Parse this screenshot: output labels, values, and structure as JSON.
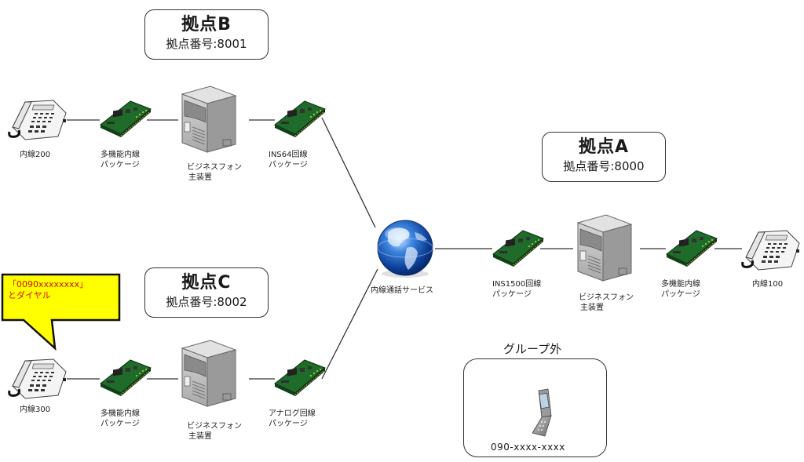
{
  "sites": {
    "a": {
      "title": "拠点A",
      "number": "拠点番号:8000"
    },
    "b": {
      "title": "拠点B",
      "number": "拠点番号:8001"
    },
    "c": {
      "title": "拠点C",
      "number": "拠点番号:8002"
    }
  },
  "site_b": {
    "phone_label": "内線200",
    "ext_pkg_label": [
      "多機能内線",
      "パッケージ"
    ],
    "pbx_label": [
      "ビジネスフォン",
      "主装置"
    ],
    "line_pkg_label": [
      "INS64回線",
      "パッケージ"
    ]
  },
  "site_c": {
    "phone_label": "内線300",
    "ext_pkg_label": [
      "多機能内線",
      "パッケージ"
    ],
    "pbx_label": [
      "ビジネスフォン",
      "主装置"
    ],
    "line_pkg_label": [
      "アナログ回線",
      "パッケージ"
    ]
  },
  "site_a": {
    "line_pkg_label": [
      "INS1500回線",
      "パッケージ"
    ],
    "pbx_label": [
      "ビジネスフォン",
      "主装置"
    ],
    "ext_pkg_label": [
      "多機能内線",
      "パッケージ"
    ],
    "phone_label": "内線100"
  },
  "cloud": {
    "label": "内線通話サービス",
    "icon": "globe-icon"
  },
  "callout": {
    "lines": [
      "「0090xxxxxxxx」",
      "とダイヤル"
    ],
    "bg_color": "#ffff00",
    "text_color": "#d01010"
  },
  "outside_group": {
    "title": "グループ外",
    "number": "090-xxxx-xxxx",
    "icon": "mobile-phone-icon"
  },
  "colors": {
    "board_green": "#1f6b2a",
    "server_gray": "#b8b8b8",
    "globe_blue": "#1f5fbf"
  }
}
